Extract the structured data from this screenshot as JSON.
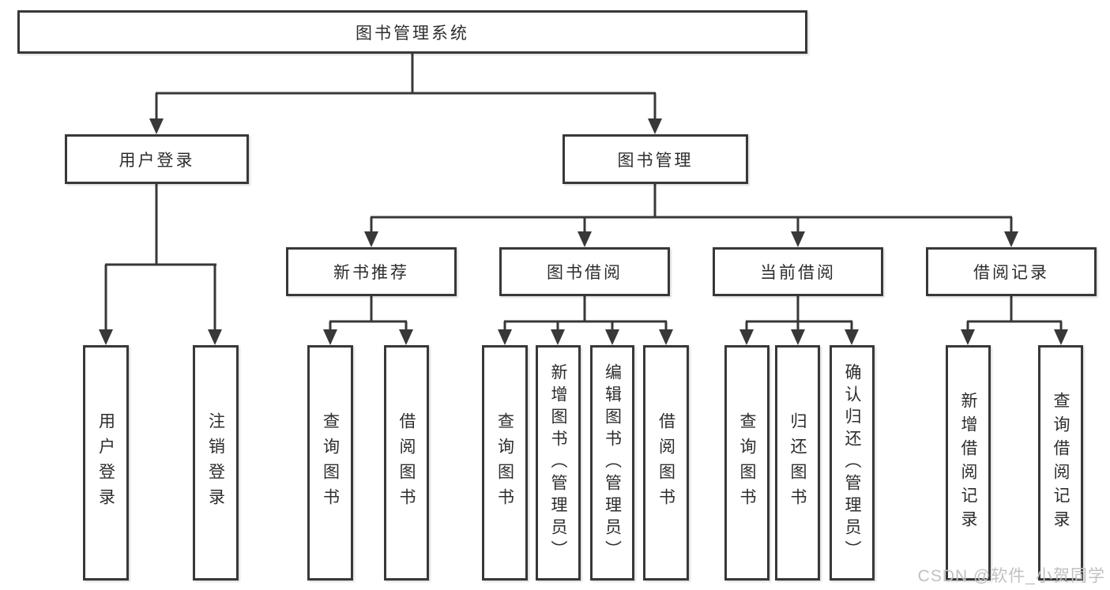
{
  "diagram": {
    "root": {
      "label": "图书管理系统"
    },
    "level2": {
      "user_login": {
        "label": "用户登录"
      },
      "book_mgmt": {
        "label": "图书管理"
      }
    },
    "level3": {
      "new_book": {
        "label": "新书推荐"
      },
      "book_borrow": {
        "label": "图书借阅"
      },
      "current_borrow": {
        "label": "当前借阅"
      },
      "borrow_records": {
        "label": "借阅记录"
      }
    },
    "leaves": {
      "user_login_1": "用户登录",
      "user_login_2": "注销登录",
      "new_book_1": "查询图书",
      "new_book_2": "借阅图书",
      "book_borrow_1": "查询图书",
      "book_borrow_2": "新增图书（管理员）",
      "book_borrow_3": "编辑图书（管理员）",
      "book_borrow_4": "借阅图书",
      "current_borrow_1": "查询图书",
      "current_borrow_2": "归还图书",
      "current_borrow_3": "确认归还（管理员）",
      "borrow_records_1": "新增借阅记录",
      "borrow_records_2": "查询借阅记录"
    }
  },
  "watermark": {
    "text": "CSDN @软件_小贺同学"
  },
  "colors": {
    "line": "#383838",
    "box_border": "#383838",
    "box_fill": "#ffffff",
    "text": "#2d2d2d",
    "watermark": "#c1c1c1",
    "background": "#ffffff"
  }
}
